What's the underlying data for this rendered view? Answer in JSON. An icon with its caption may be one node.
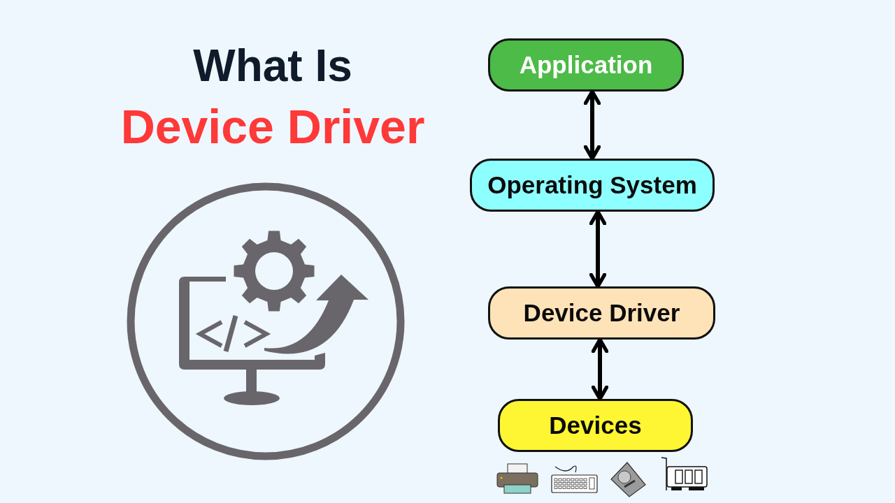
{
  "diagram": {
    "title": "What Is",
    "nodes": [
      {
        "text": [
          "Application"
        ]
      },
      {
        "text": [
          "Operating System"
        ]
      },
      {
        "text": [
          "Device Driver"
        ]
      },
      {
        "text": [
          "Devices"
        ]
      }
    ],
    "edges": [
      {
        "from": 0,
        "to": 1,
        "arrow": "both"
      },
      {
        "from": 1,
        "to": 2,
        "arrow": "both"
      },
      {
        "from": 2,
        "to": 3,
        "arrow": "both"
      }
    ],
    "labels": [
      "Device Driver"
    ]
  }
}
